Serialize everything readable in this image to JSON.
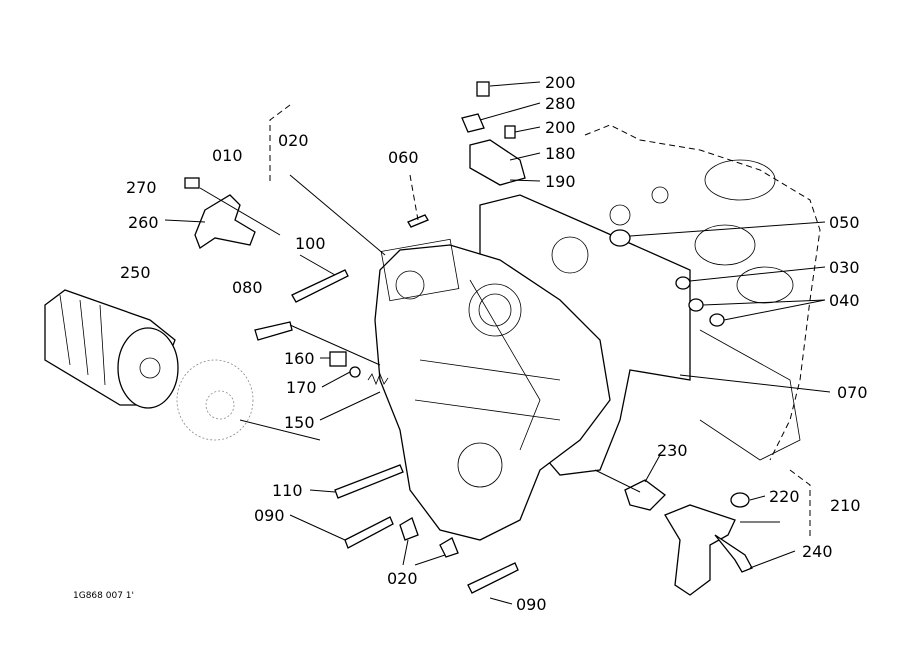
{
  "diagram": {
    "part_labels": {
      "p200a": "200",
      "p280": "280",
      "p200b": "200",
      "p180": "180",
      "p190": "190",
      "p010": "010",
      "p020a": "020",
      "p060": "060",
      "p270": "270",
      "p260": "260",
      "p050": "050",
      "p030": "030",
      "p040": "040",
      "p100": "100",
      "p250": "250",
      "p080": "080",
      "p160": "160",
      "p170": "170",
      "p150": "150",
      "p070": "070",
      "p230": "230",
      "p110": "110",
      "p220": "220",
      "p210": "210",
      "p090a": "090",
      "p240": "240",
      "p020b": "020",
      "p090b": "090"
    },
    "figure_code": "1G868 007 1'"
  }
}
